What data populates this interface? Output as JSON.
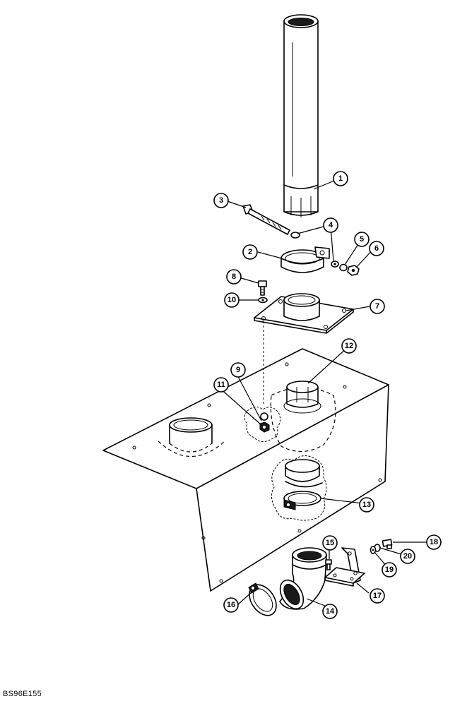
{
  "figure_id": "BS96E155",
  "callouts": [
    "1",
    "2",
    "3",
    "4",
    "5",
    "6",
    "7",
    "8",
    "9",
    "10",
    "11",
    "12",
    "13",
    "14",
    "15",
    "16",
    "17",
    "18",
    "19",
    "20"
  ]
}
